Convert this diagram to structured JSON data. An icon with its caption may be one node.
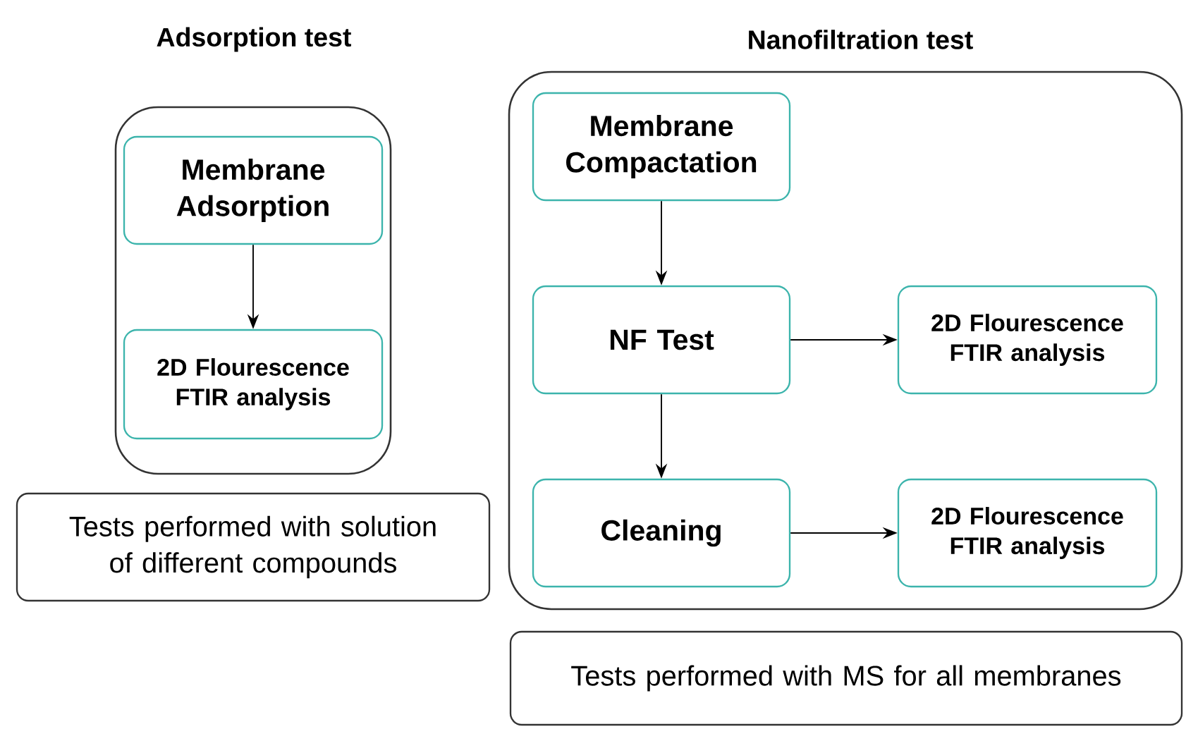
{
  "diagram": {
    "nodes": [
      {
        "text": [
          "Adsorption test"
        ]
      },
      {
        "text": [
          "Membrane Adsorption"
        ],
        "in": 0
      },
      {
        "text": [
          "2D Flourescence FTIR analysis"
        ],
        "in": 0
      },
      {
        "text": [
          "Tests performed with solution of different compounds"
        ]
      },
      {
        "text": [
          "Nanofiltration test"
        ]
      },
      {
        "text": [
          "Membrane Compactation"
        ],
        "in": 4
      },
      {
        "text": [
          "NF Test"
        ],
        "in": 4
      },
      {
        "text": [
          "2D Flourescence FTIR analysis"
        ],
        "in": 4
      },
      {
        "text": [
          "Cleaning"
        ],
        "in": 4
      },
      {
        "text": [
          "2D Flourescence FTIR analysis"
        ],
        "in": 4
      },
      {
        "text": [
          "Tests performed with MS for all membranes"
        ]
      }
    ],
    "edges": [
      {
        "from": 1,
        "to": 2,
        "arrow": "to"
      },
      {
        "from": 5,
        "to": 6,
        "arrow": "to"
      },
      {
        "from": 6,
        "to": 7,
        "arrow": "to"
      },
      {
        "from": 6,
        "to": 8,
        "arrow": "to"
      },
      {
        "from": 8,
        "to": 9,
        "arrow": "to"
      }
    ]
  }
}
